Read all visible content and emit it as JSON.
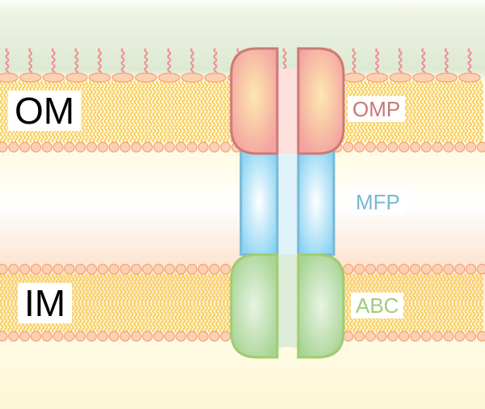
{
  "labels": {
    "outer_membrane": "OM",
    "inner_membrane": "IM",
    "outer_membrane_protein": "OMP",
    "membrane_fusion_protein": "MFP",
    "abc_transporter": "ABC"
  },
  "colors": {
    "omp": "#c87878",
    "mfp": "#78b8d4",
    "abc": "#a0cc78",
    "lipid_head": "#fcd0b4",
    "lipid_head_stroke": "#f4a070",
    "lipid_tail": "#f8d060",
    "lps": "#f09090"
  }
}
